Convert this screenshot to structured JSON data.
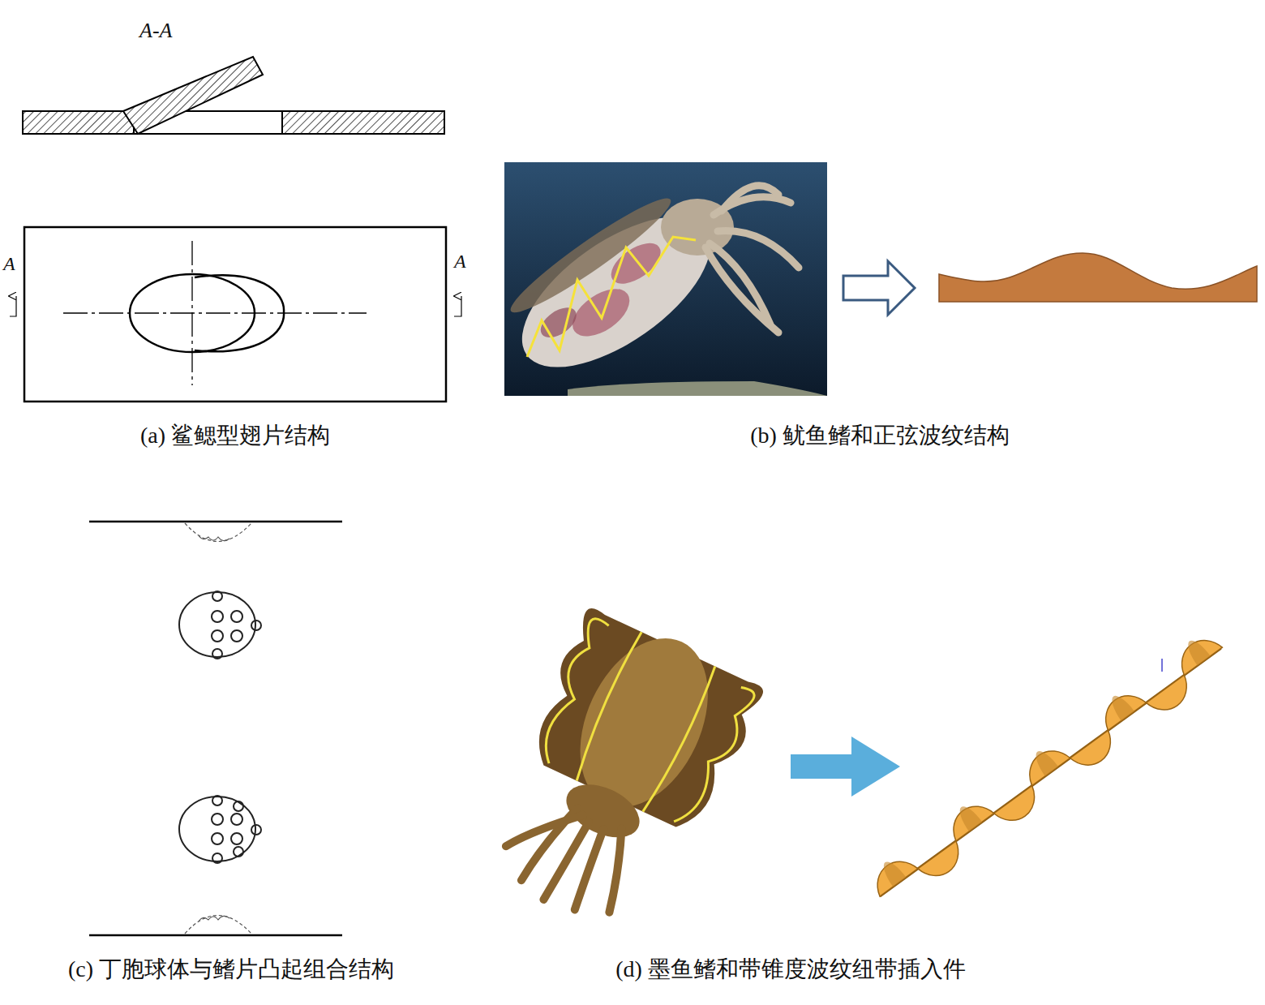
{
  "diagram": {
    "labels": [
      "A-A",
      "A",
      "A",
      "(a) 鲨鳃型翅片结构",
      "(b) 鱿鱼鳍和正弦波纹结构",
      "(c) 丁胞球体与鳍片凸起组合结构",
      "(d) 墨鱼鳍和带锥度波纹纽带插入件"
    ]
  }
}
